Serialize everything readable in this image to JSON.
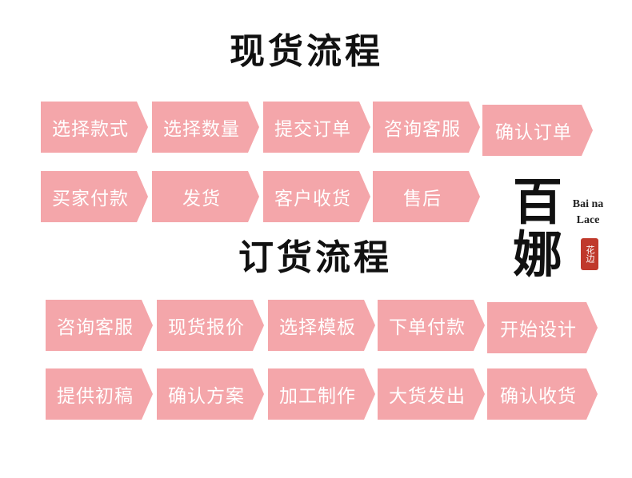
{
  "colors": {
    "step_fill": "#f4a6aa",
    "seal": "#c0392b"
  },
  "spot_section": {
    "title": "现货流程",
    "row1": [
      "选择款式",
      "选择数量",
      "提交订单",
      "咨询客服",
      "确认订单"
    ],
    "row2": [
      "买家付款",
      "发货",
      "客户收货",
      "售后"
    ]
  },
  "order_section": {
    "title": "订货流程",
    "row1": [
      "咨询客服",
      "现货报价",
      "选择模板",
      "下单付款",
      "开始设计"
    ],
    "row2": [
      "提供初稿",
      "确认方案",
      "加工制作",
      "大货发出",
      "确认收货"
    ]
  },
  "logo": {
    "mark_top": "百",
    "mark_bottom": "娜",
    "text_line1": "Bai na",
    "text_line2": "Lace",
    "seal": "花边"
  }
}
